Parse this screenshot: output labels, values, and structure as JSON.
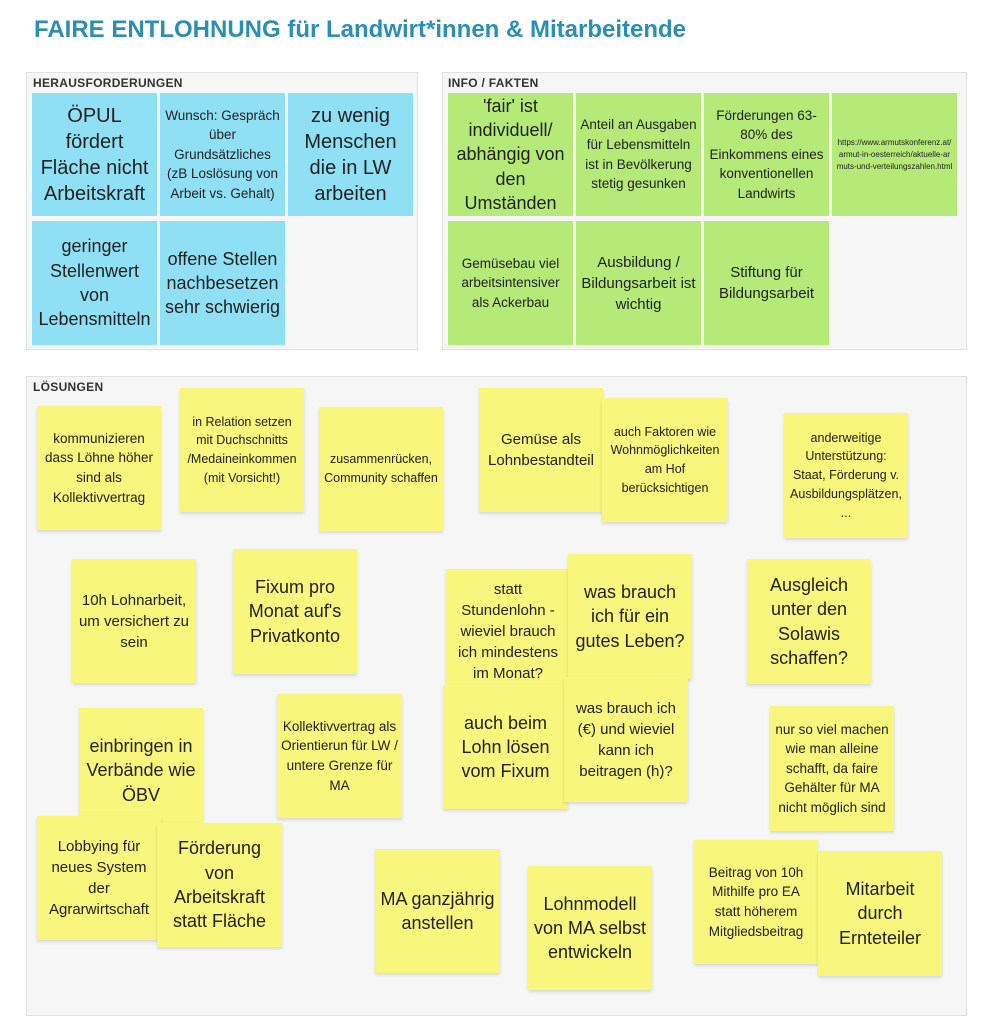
{
  "title": "FAIRE ENTLOHNUNG für Landwirt*innen & Mitarbeitende",
  "frames": {
    "challenges": "HERAUSFORDERUNGEN",
    "facts": "INFO / FAKTEN",
    "solutions": "LÖSUNGEN"
  },
  "colors": {
    "title": "#2b8fb5",
    "challenge_note": "#8fe0f5",
    "fact_note": "#b5ea79",
    "solution_note": "#f8f67c",
    "frame_bg": "#f6f6f6"
  },
  "challenges": [
    "ÖPUL fördert Fläche nicht Arbeitskraft",
    "Wunsch: Gespräch über Grundsätzliches (zB Loslösung von Arbeit vs. Gehalt)",
    "zu wenig Menschen die in LW arbeiten",
    "geringer Stellenwert von Lebensmitteln",
    "offene Stellen nachbesetzen sehr schwierig"
  ],
  "facts": [
    "'fair' ist individuell/ abhängig von den Umständen",
    "Anteil an Ausgaben für Lebensmitteln ist in Bevölkerung stetig gesunken",
    "Förderungen 63-80% des Einkommens eines konventionellen Landwirts",
    "https://www.armutskonferenz.at/armut-in-oesterreich/aktuelle-armuts-und-verteilungszahlen.html",
    "Gemüsebau viel arbeitsintensiver als Ackerbau",
    "Ausbildung / Bildungsarbeit ist wichtig",
    "Stiftung für Bildungsarbeit"
  ],
  "solutions": [
    "kommunizieren dass Löhne höher sind als Kollektivvertrag",
    "in Relation setzen mit Duchschnitts /Medaineinkommen (mit Vorsicht!)",
    "zusammenrücken, Community schaffen",
    "Gemüse als Lohnbestandteil",
    "auch Faktoren wie Wohnmöglichkeiten am Hof berücksichtigen",
    "anderweitige Unterstützung: Staat, Förderung v. Ausbildungsplätzen, ...",
    "10h Lohnarbeit, um versichert zu sein",
    "Fixum pro Monat auf's Privatkonto",
    "statt Stundenlohn - wieviel brauch ich mindestens im Monat?",
    "was brauch ich für ein gutes Leben?",
    "Ausgleich unter den Solawis schaffen?",
    "einbringen in Verbände wie ÖBV",
    "Kollektivvertrag als Orientierun für LW / untere Grenze für MA",
    "auch beim Lohn lösen vom Fixum",
    "was brauch ich (€) und wieviel kann ich beitragen (h)?",
    "nur so viel machen wie man alleine schafft, da faire Gehälter für MA nicht möglich sind",
    "Lobbying für neues System der Agrarwirtschaft",
    "Förderung von Arbeitskraft statt Fläche",
    "MA ganzjährig anstellen",
    "Lohnmodell von MA selbst entwickeln",
    "Beitrag von 10h Mithilfe pro EA statt höherem Mitgliedsbeitrag",
    "Mitarbeit durch Ernteteiler"
  ]
}
